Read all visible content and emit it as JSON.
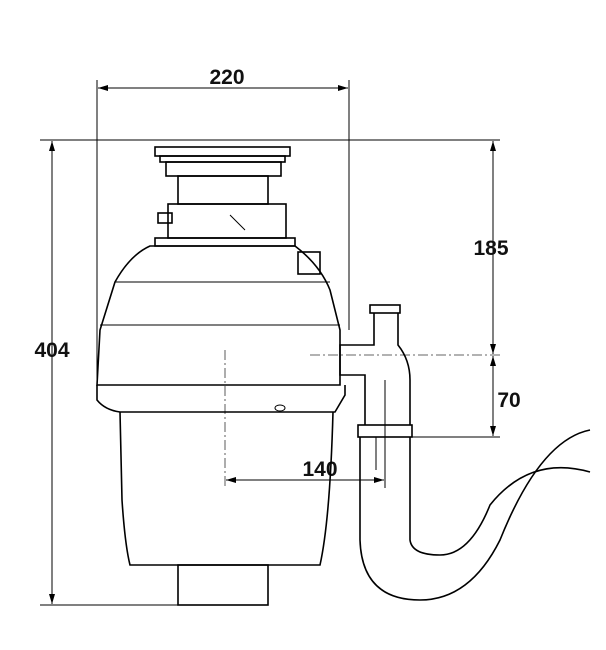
{
  "drawing": {
    "dimensions": {
      "width_top": "220",
      "total_height": "404",
      "outlet_height": "185",
      "inlet_offset": "70",
      "outlet_distance": "140"
    }
  }
}
